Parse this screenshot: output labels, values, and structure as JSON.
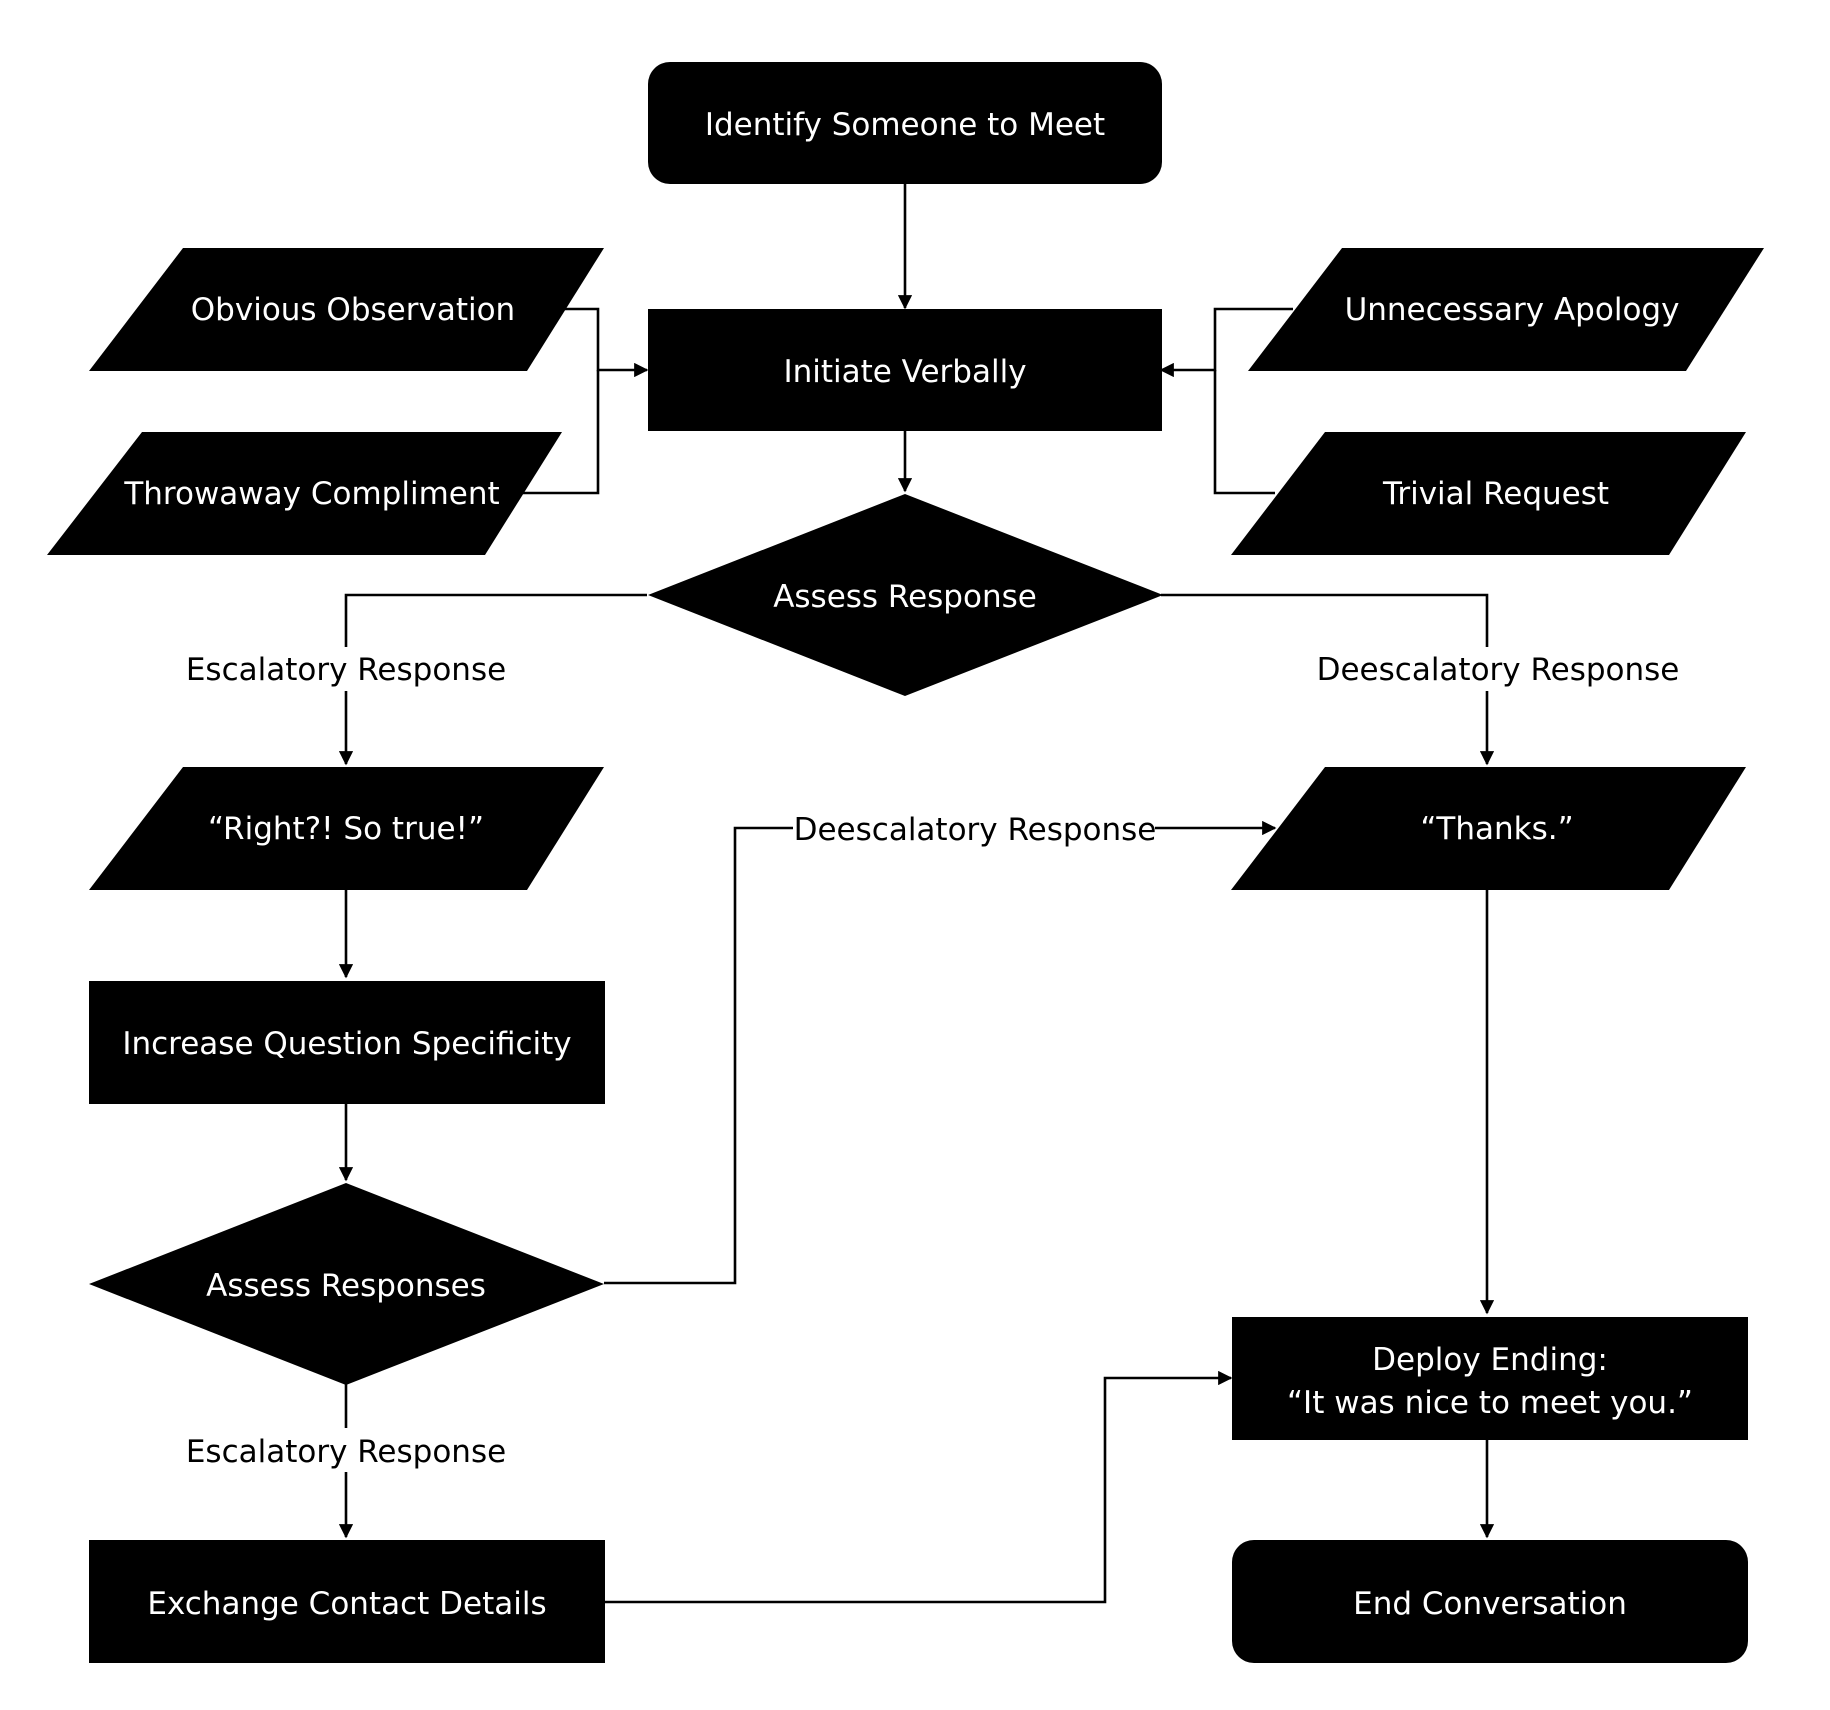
{
  "diagram": {
    "nodes": {
      "identify": "Identify Someone to Meet",
      "initiate": "Initiate Verbally",
      "obvious": "Obvious Observation",
      "compliment": "Throwaway Compliment",
      "apology": "Unnecessary Apology",
      "request": "Trivial Request",
      "assess_response": "Assess Response",
      "right_so_true": "“Right?! So true!”",
      "thanks": "“Thanks.”",
      "increase_specificity": "Increase Question Specificity",
      "assess_responses": "Assess Responses",
      "deploy_ending_1": "Deploy Ending:",
      "deploy_ending_2": "“It was nice to meet you.”",
      "exchange_contact": "Exchange Contact Details",
      "end_conversation": "End Conversation"
    },
    "edge_labels": {
      "escalatory_1": "Escalatory Response",
      "deescalatory_1": "Deescalatory Response",
      "deescalatory_2": "Deescalatory Response",
      "escalatory_2": "Escalatory Response"
    }
  }
}
